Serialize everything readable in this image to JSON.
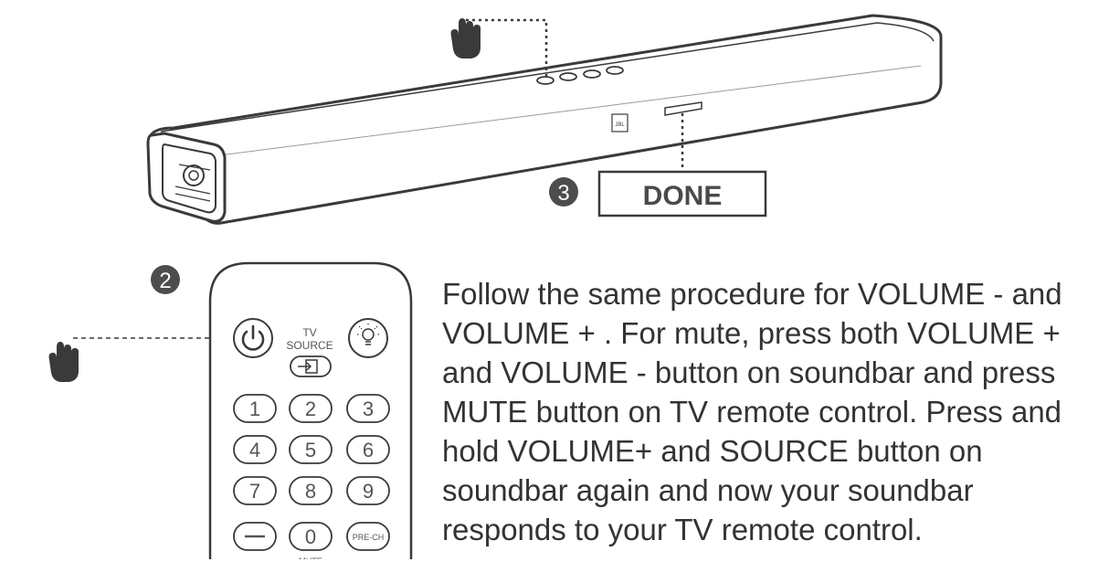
{
  "steps": {
    "step2": "2",
    "step3": "3"
  },
  "done_label": "DONE",
  "soundbar": {
    "logo_text": "JBL",
    "top_buttons": [
      "minus-button",
      "plus-button",
      "source-button",
      "power-button"
    ]
  },
  "remote": {
    "tv_label": "TV",
    "source_label": "SOURCE",
    "keys": [
      "1",
      "2",
      "3",
      "4",
      "5",
      "6",
      "7",
      "8",
      "9",
      "0"
    ],
    "prech_label": "PRE-CH",
    "mute_label": "MUTE",
    "icons": [
      "power-icon",
      "input-icon",
      "backlight-icon",
      "minus-icon"
    ]
  },
  "instructions": {
    "lines": [
      "Follow the same procedure for VOLUME - and",
      "VOLUME + . For mute, press both VOLUME +",
      "and VOLUME - button on soundbar and press",
      "MUTE button on TV remote control. Press and",
      "hold VOLUME+ and SOURCE button on",
      "soundbar again and now your soundbar",
      "responds to your TV remote control."
    ]
  },
  "colors": {
    "line": "#3a3a3a",
    "badge": "#4d4d4d",
    "text": "#333333"
  }
}
